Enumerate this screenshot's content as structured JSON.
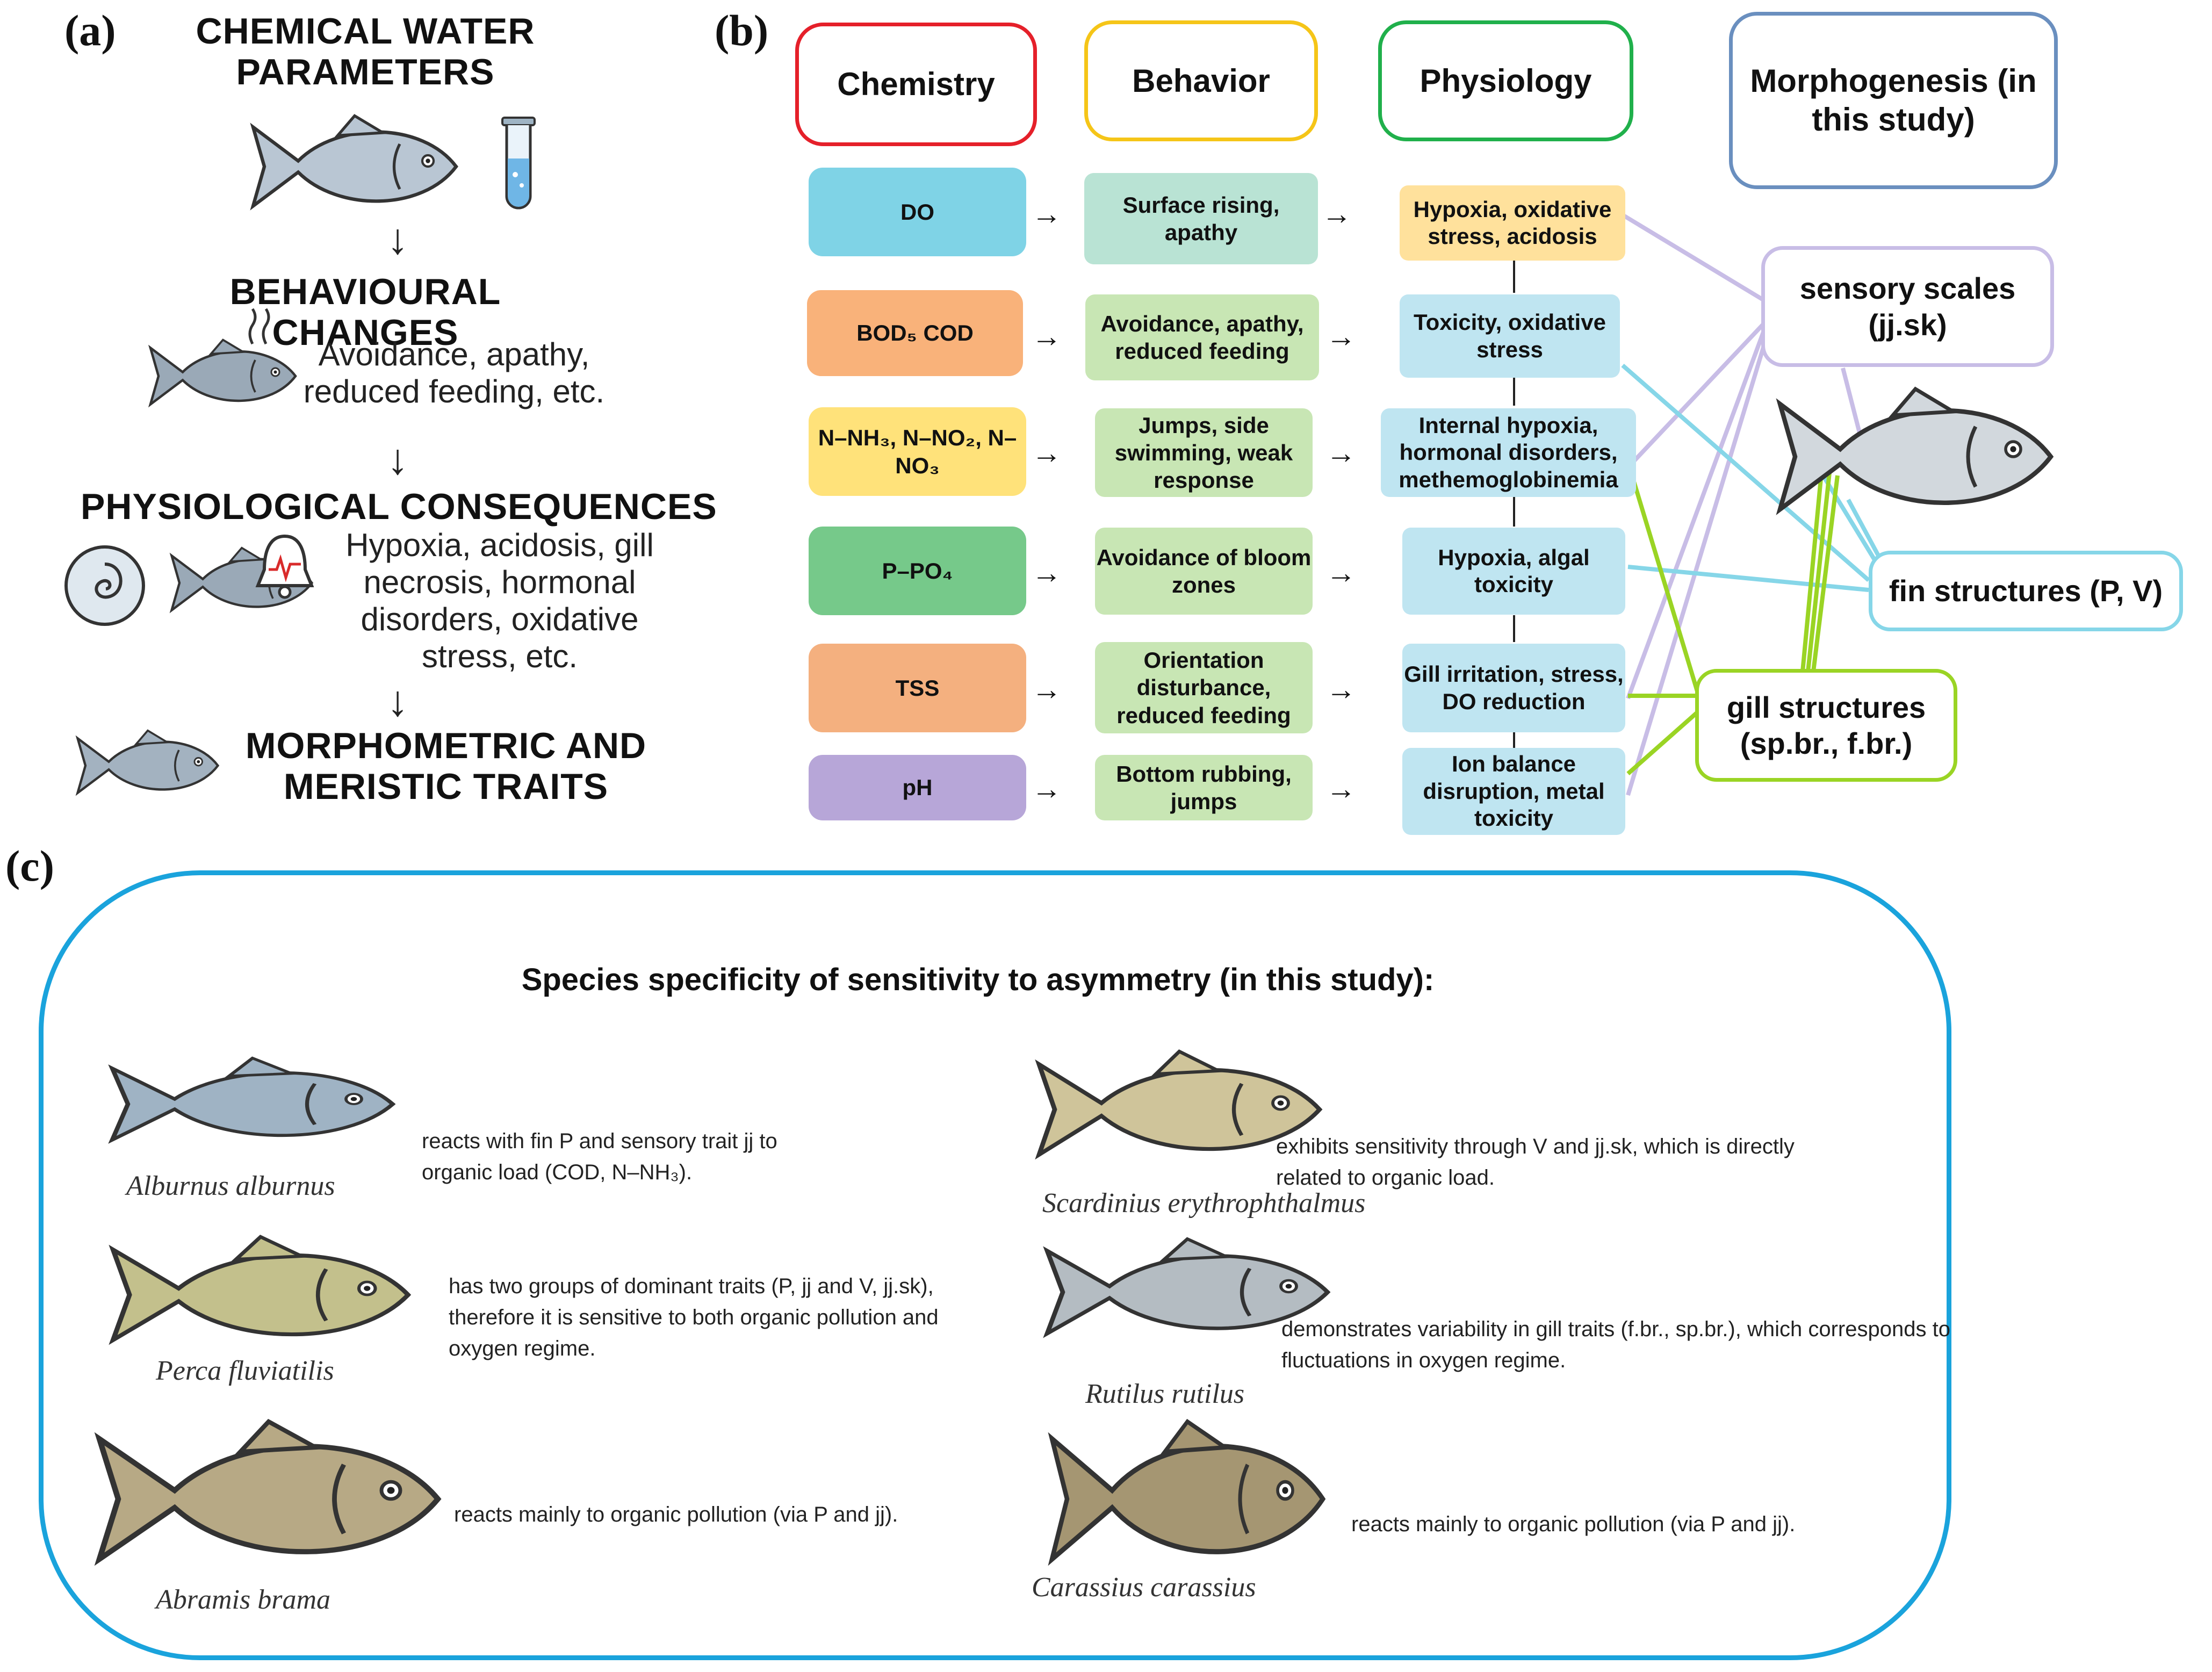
{
  "panel_a": {
    "letter": "(a)",
    "title": "CHEMICAL WATER PARAMETERS",
    "behaviour_heading": "BEHAVIOURAL CHANGES",
    "behaviour_text": "Avoidance, apathy, reduced feeding, etc.",
    "physiology_heading": "PHYSIOLOGICAL CONSEQUENCES",
    "physiology_text": "Hypoxia, acidosis, gill necrosis, hormonal disorders, oxidative stress, etc.",
    "morpho_heading": "MORPHOMETRIC AND MERISTIC TRAITS",
    "arrow": "↓",
    "icons": [
      "fish-icon",
      "test-tube-icon",
      "stressed-fish-icon",
      "cell-icon",
      "alarm-bell-icon"
    ]
  },
  "panel_b": {
    "letter": "(b)",
    "headers": {
      "chemistry": "Chemistry",
      "behavior": "Behavior",
      "physiology": "Physiology",
      "morphogenesis": "Morphogenesis (in this study)"
    },
    "arrow": "→",
    "rows": [
      {
        "chem": "DO",
        "behavior": "Surface rising, apathy",
        "physiology": "Hypoxia, oxidative stress, acidosis",
        "chem_color": "#7fd3e6"
      },
      {
        "chem": "BOD₅ COD",
        "behavior": "Avoidance, apathy, reduced feeding",
        "physiology": "Toxicity, oxidative stress",
        "chem_color": "#f9b27a"
      },
      {
        "chem": "N–NH₃, N–NO₂, N–NO₃",
        "behavior": "Jumps, side swimming, weak response",
        "physiology": "Internal hypoxia, hormonal disorders, methemoglobinemia",
        "chem_color": "#ffe27a"
      },
      {
        "chem": "P–PO₄",
        "behavior": "Avoidance of bloom zones",
        "physiology": "Hypoxia, algal toxicity",
        "chem_color": "#76c98a"
      },
      {
        "chem": "TSS",
        "behavior": "Orientation disturbance, reduced feeding",
        "physiology": "Gill irritation, stress, DO reduction",
        "chem_color": "#f4b07f"
      },
      {
        "chem": "pH",
        "behavior": "Bottom rubbing, jumps",
        "physiology": "Ion balance disruption, metal toxicity",
        "chem_color": "#b7a6d8"
      }
    ],
    "targets": {
      "sensory": "sensory scales (jj.sk)",
      "fin": "fin structures (P, V)",
      "gill": "gill structures (sp.br., f.br.)"
    },
    "colors": {
      "chemistry_border": "#e5202a",
      "behavior_border": "#f5c518",
      "physiology_border": "#20b04b",
      "morphogenesis_border": "#6a8fbf",
      "sensory_line": "#c8bde6",
      "fin_line": "#86d6e8",
      "gill_line": "#9ad424"
    }
  },
  "panel_c": {
    "letter": "(c)",
    "title": "Species specificity of sensitivity to asymmetry (in this study):",
    "border_color": "#1aa3dc",
    "species": [
      {
        "name": "Alburnus alburnus",
        "desc": "reacts with fin P and sensory trait jj to organic load (COD, N–NH₃)."
      },
      {
        "name": "Scardinius erythrophthalmus",
        "desc": "exhibits sensitivity through V and jj.sk, which is directly related to organic load."
      },
      {
        "name": "Perca fluviatilis",
        "desc": "has two groups of dominant traits (P, jj and V, jj.sk), therefore it is sensitive to both organic pollution and oxygen regime."
      },
      {
        "name": "Rutilus rutilus",
        "desc": "demonstrates variability in gill traits (f.br., sp.br.), which corresponds to fluctuations in oxygen regime."
      },
      {
        "name": "Abramis brama",
        "desc": "reacts mainly to organic pollution (via P and jj)."
      },
      {
        "name": "Carassius carassius",
        "desc": "reacts mainly to organic pollution (via P and jj)."
      }
    ]
  }
}
